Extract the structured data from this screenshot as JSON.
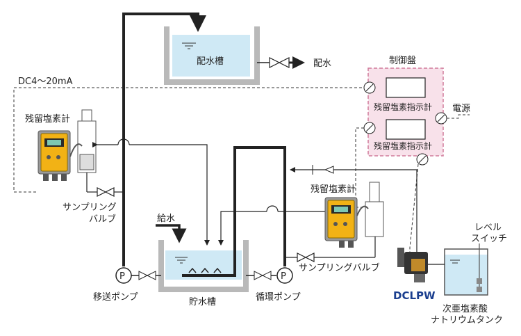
{
  "labels": {
    "distribution_tank": "配水槽",
    "distribution_water": "配水",
    "control_panel": "制御盤",
    "signal": "DC4～20mA",
    "indicator_1": "残留塩素指示計",
    "indicator_2": "残留塩素指示計",
    "power": "電源",
    "analyzer_left": "残留塩素計",
    "analyzer_right": "残留塩素計",
    "sampling_valve_left_line1": "サンプリング",
    "sampling_valve_left_line2": "バルブ",
    "sampling_valve_right": "サンプリングバルブ",
    "water_supply": "給水",
    "storage_tank": "貯水槽",
    "transfer_pump": "移送ポンプ",
    "circulation_pump": "循環ポンプ",
    "pump_symbol_1": "P",
    "pump_symbol_2": "P",
    "level_switch_line1": "レベル",
    "level_switch_line2": "スイッチ",
    "dosing_pump": "DCLPW",
    "hypo_tank_line1": "次亜塩素酸",
    "hypo_tank_line2": "ナトリウムタンク"
  },
  "colors": {
    "water": "#cfe9f5",
    "tank_wall": "#b9b9b9",
    "panel_fill": "#f8e1ea",
    "panel_border": "#d07a9a",
    "analyzer_body": "#f2b215",
    "pipe": "#222222"
  }
}
